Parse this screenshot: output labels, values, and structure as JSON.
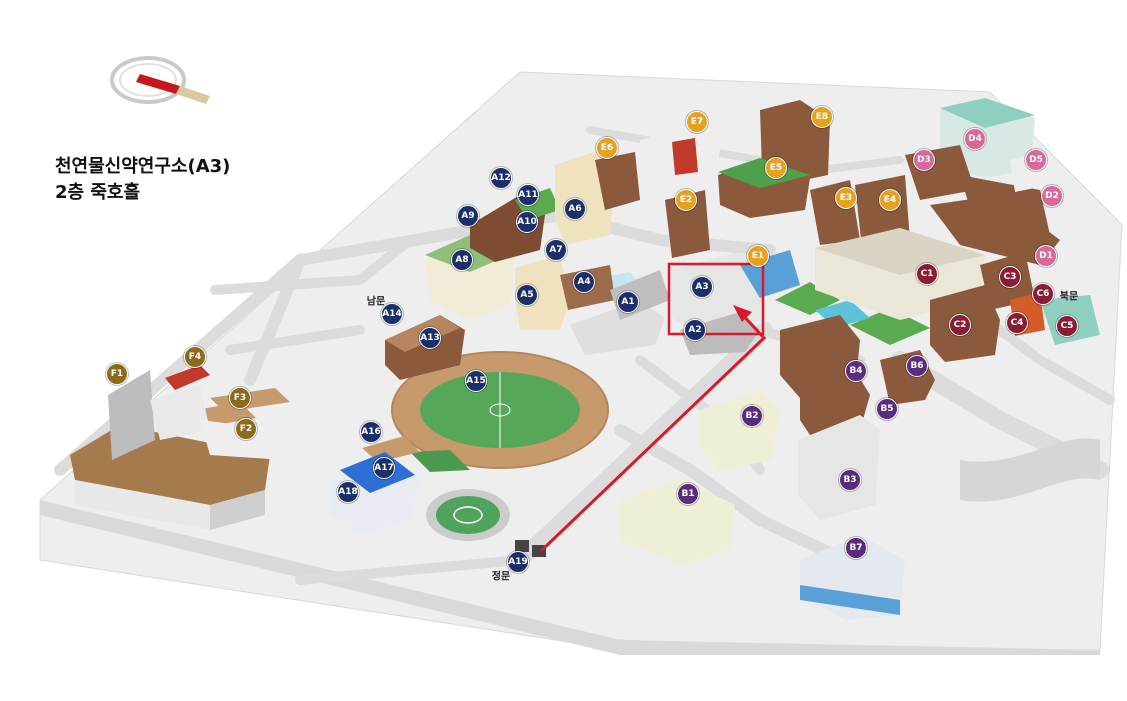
{
  "title": {
    "line1": "천연물신약연구소(A3)",
    "line2": "2층 죽호홀"
  },
  "colors": {
    "A": "#1b2f6b",
    "B": "#5a2c7e",
    "C": "#8a1d33",
    "D": "#d9689b",
    "E": "#e5a221",
    "F": "#8e6a1d",
    "route": "#d7192a"
  },
  "icons": [
    "magnifier-icon"
  ],
  "gates": {
    "south": "남문",
    "main": "정문",
    "north": "북문"
  },
  "markers": {
    "A1": "A1",
    "A2": "A2",
    "A3": "A3",
    "A4": "A4",
    "A5": "A5",
    "A6": "A6",
    "A7": "A7",
    "A8": "A8",
    "A9": "A9",
    "A10": "A10",
    "A11": "A11",
    "A12": "A12",
    "A13": "A13",
    "A14": "A14",
    "A15": "A15",
    "A16": "A16",
    "A17": "A17",
    "A18": "A18",
    "A19": "A19",
    "B1": "B1",
    "B2": "B2",
    "B3": "B3",
    "B4": "B4",
    "B5": "B5",
    "B6": "B6",
    "B7": "B7",
    "C1": "C1",
    "C2": "C2",
    "C3": "C3",
    "C4": "C4",
    "C5": "C5",
    "C6": "C6",
    "D1": "D1",
    "D2": "D2",
    "D3": "D3",
    "D4": "D4",
    "D5": "D5",
    "E1": "E1",
    "E2": "E2",
    "E3": "E3",
    "E4": "E4",
    "E5": "E5",
    "E6": "E6",
    "E7": "E7",
    "E8": "E8",
    "F1": "F1",
    "F2": "F2",
    "F3": "F3",
    "F4": "F4"
  }
}
